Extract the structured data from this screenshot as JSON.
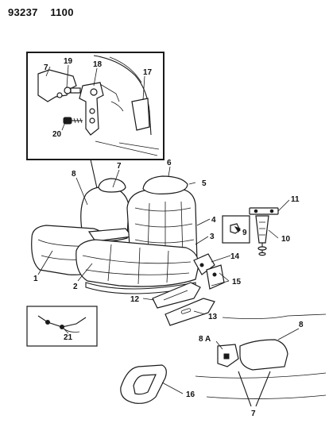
{
  "header": {
    "code_left": "93237",
    "code_right": "1100"
  },
  "callouts": {
    "c1": "1",
    "c2": "2",
    "c3": "3",
    "c4": "4",
    "c5": "5",
    "c6": "6",
    "c7_inset": "7",
    "c7_seat": "7",
    "c7_bottom": "7",
    "c8_seat": "8",
    "c8_armrest": "8",
    "c8a": "8 A",
    "c9": "9",
    "c10": "10",
    "c11": "11",
    "c12": "12",
    "c13": "13",
    "c14": "14",
    "c15": "15",
    "c16": "16",
    "c17": "17",
    "c18": "18",
    "c19": "19",
    "c20": "20",
    "c21": "21"
  }
}
